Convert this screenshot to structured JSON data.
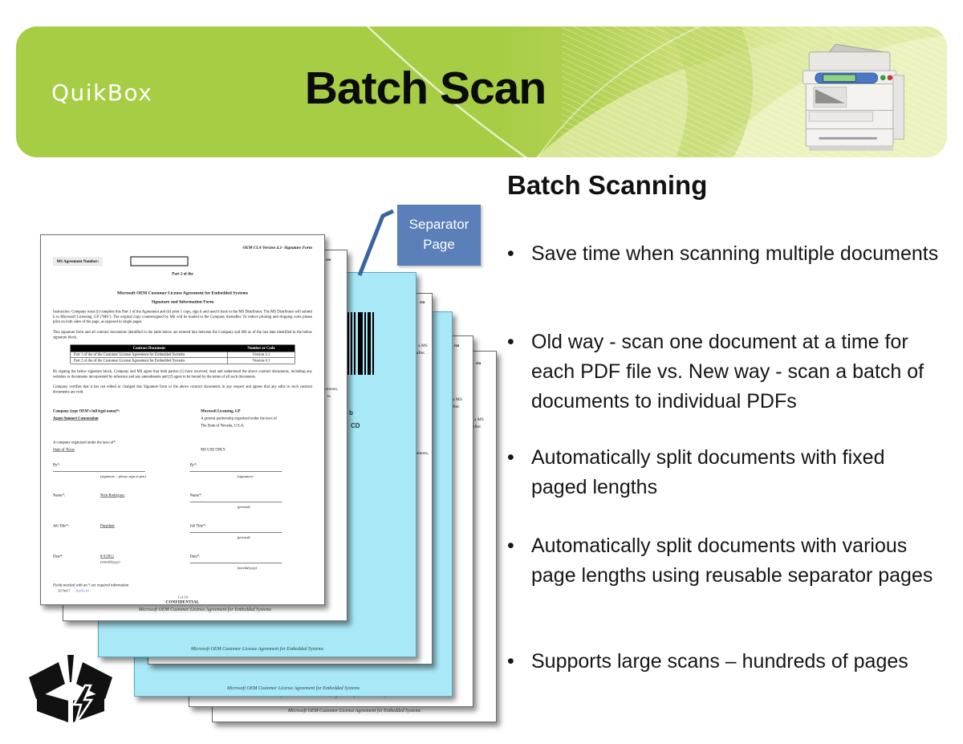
{
  "header": {
    "logo": "QuikBox",
    "title": "Batch Scan",
    "colors": {
      "green_main": "#a7cd45",
      "green_light": "#eaf1b8"
    }
  },
  "callout": {
    "label": "Separator Page",
    "color": "#5b7fb8"
  },
  "content": {
    "heading": "Batch Scanning",
    "bullets": [
      "Save time when scanning multiple documents",
      "Old way - scan one document at a time for each PDF file vs. New way - scan a batch of documents to individual PDFs",
      "Automatically split documents  with fixed paged lengths",
      "Automatically split documents with various page lengths using reusable separator pages",
      "Supports large scans – hundreds of pages"
    ]
  },
  "document": {
    "version_header": "OEM CLA Version 4.1- Signature Form",
    "agreement_number_label": "MS Agreement Number:",
    "part_line": "Part 2 of the",
    "title_line1": "Microsoft OEM Customer License Agreement for Embedded Systems",
    "title_line2": "Signature and Information Form",
    "instruction": "Instruction: Company must (i) complete this  Part 1 of the Agreement and (ii) print 1 copy, sign it and send it back to  the MS Distributor.   The MS Distributor will submit it to Microsoft Licensing, GP (\"MS\").  The original copy countersigned by MS will be mailed to the Company thereafter. To reduce printing and shipping costs please print on both sides of the page, as opposed to single pages.",
    "signature_form_note": "This signature form and all contract documents identified in the table below are entered into between the Company and MS as of the last date identified in the below signature block.",
    "table": {
      "headers": [
        "Contract Document",
        "Number or Code"
      ],
      "rows": [
        [
          "Part 1 of the of the Customer License Agreement for Embedded Systems",
          "Version 4.1"
        ],
        [
          "Part 2 of the of the Customer License Agreement for Embedded Systems",
          "Version 4.1"
        ]
      ]
    },
    "by_signing": "By signing the below signature block, Company and MS agree that both parties (1) have received, read and understood the above contract documents, including any websites or documents incorporated by reference and any amendments and (2) agree to be bound by the terms of all such documents.",
    "certifies": "Company certifies that it has not edited or changed this Signature form or the above contract documents in any respect and agrees that any edits to such contract documents are void.",
    "company_label": "Company (type OEM's full legal name)*:",
    "company_name": "Agent Support Corporation",
    "ms_name": "Microsoft Licensing, GP",
    "ms_desc1": "A general partnership organized under the laws of",
    "ms_desc2": "The State of Nevada, U.S.A.",
    "organized_label": "A company organized under the laws of*.",
    "organized_value": "State of Texas",
    "ms_use_only": "MS USE ONLY",
    "sig": {
      "by_label": "By*:",
      "sig_pen": "(signature – please sign in pen)",
      "sig_plain": "(signature)",
      "name_label": "Name*:",
      "name_value": "Nick Rodriguez",
      "printed": "(printed)",
      "job_label": "Job Title*:",
      "job_value": "President",
      "date_label": "Date*:",
      "date_value": "8/3/2012",
      "date_fmt": "(mm/dd/yyyy)"
    },
    "required_note": "Fields marked with an * are required information",
    "doc_number": "3379417",
    "doc_date": "02/01/10",
    "page_number": "1 of 19",
    "confidential": "CONFIDENTIAL",
    "footer": "Microsoft OEM Customer License Agreement for Embedded Systems"
  },
  "stack": {
    "separator_color": "#a8e8f7",
    "fragments": {
      "form_tail": "rm",
      "ms_tail": "a MS",
      "after_tail": "after.",
      "uments_tail": "uments,",
      "ts_tail": "ts.",
      "b_tail": "b",
      "cd_tail": "CD"
    }
  }
}
